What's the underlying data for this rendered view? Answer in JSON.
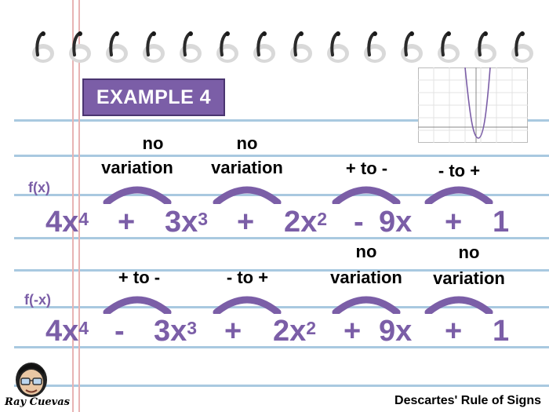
{
  "title_badge": "EXAMPLE 4",
  "rows": [
    {
      "label": "f(x)",
      "terms": [
        "4x",
        "+",
        "3x",
        "+",
        "2x",
        "-",
        "9x",
        "+",
        "1"
      ],
      "exponents": [
        "4",
        "3",
        "2"
      ],
      "notes": [
        {
          "lines": [
            "no",
            "variation"
          ]
        },
        {
          "lines": [
            "no",
            "variation"
          ]
        },
        {
          "lines": [
            "+ to -"
          ]
        },
        {
          "lines": [
            "- to +"
          ]
        }
      ]
    },
    {
      "label": "f(-x)",
      "terms": [
        "4x",
        "-",
        "3x",
        "+",
        "2x",
        "+",
        "9x",
        "+",
        "1"
      ],
      "exponents": [
        "4",
        "3",
        "2"
      ],
      "notes": [
        {
          "lines": [
            "+ to -"
          ]
        },
        {
          "lines": [
            "- to +"
          ]
        },
        {
          "lines": [
            "no",
            "variation"
          ]
        },
        {
          "lines": [
            "no",
            "variation"
          ]
        }
      ]
    }
  ],
  "footer_title": "Descartes' Rule of Signs",
  "signature": "Ray Cuevas",
  "colors": {
    "accent": "#7b5ea7",
    "rule": "#a9c9e0",
    "margin": "#e8b4b4"
  },
  "icons": [
    "spiral-ring-icon",
    "parabola-graph-icon",
    "avatar-icon"
  ]
}
